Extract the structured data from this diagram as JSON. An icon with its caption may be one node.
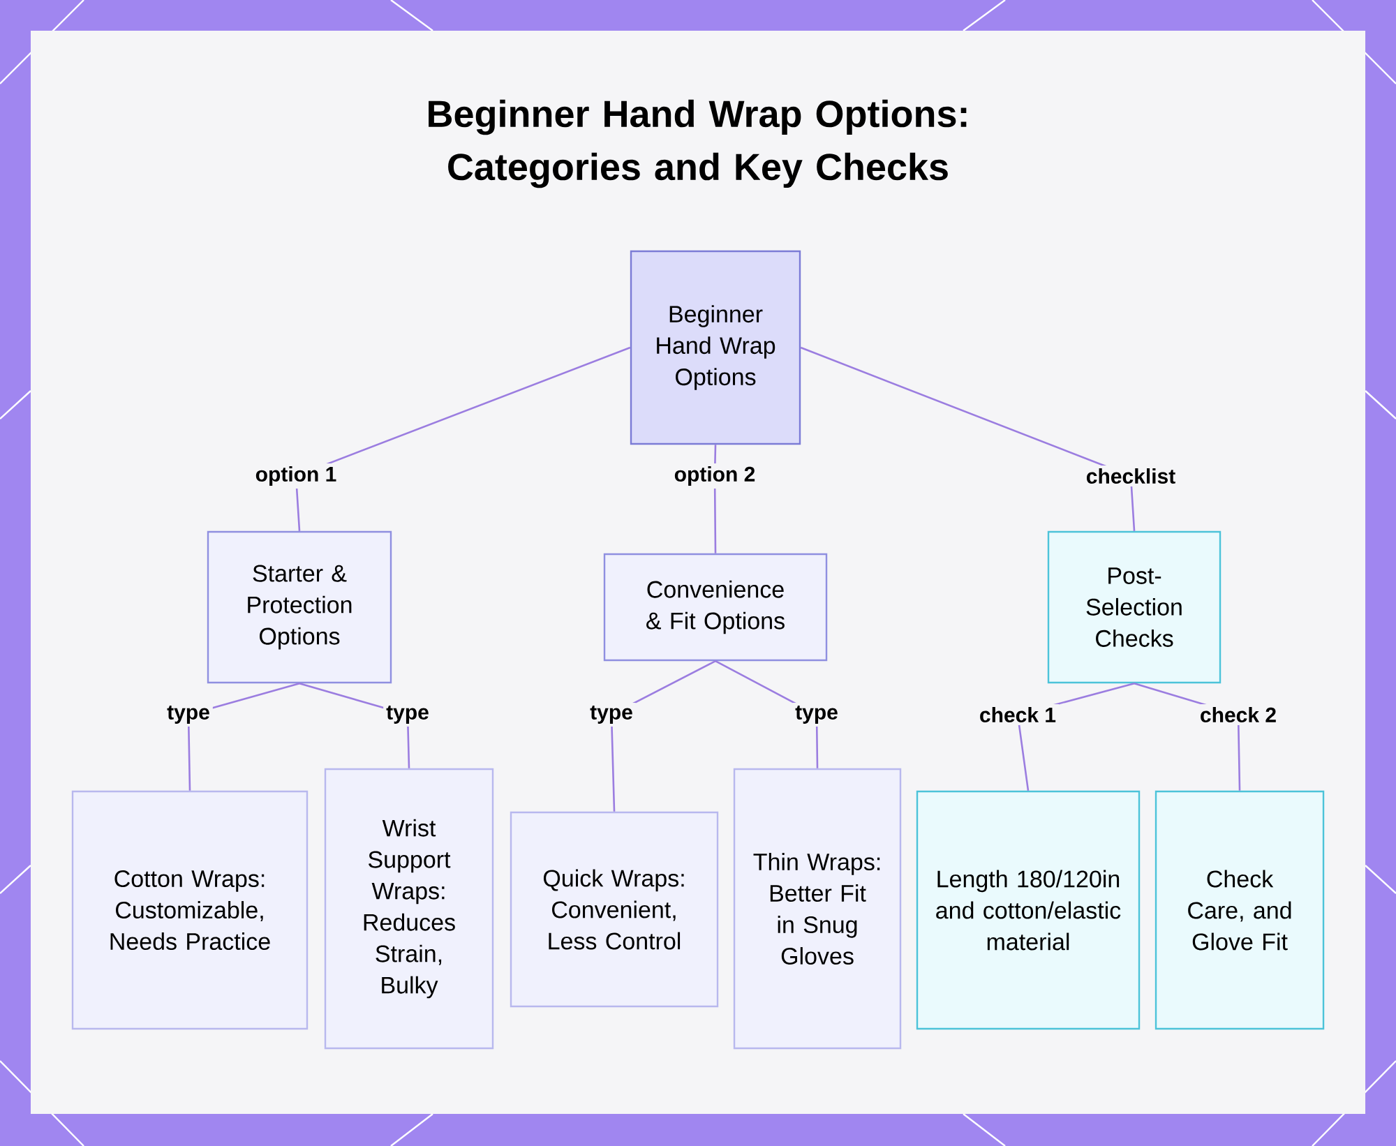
{
  "diagram": {
    "title": "Beginner Hand Wrap Options: Categories and Key Checks",
    "nodes": [
      {
        "text": [
          "Beginner Hand Wrap Options"
        ]
      },
      {
        "text": [
          "Starter & Protection Options"
        ]
      },
      {
        "text": [
          "Convenience & Fit Options"
        ]
      },
      {
        "text": [
          "Post-Selection Checks"
        ]
      },
      {
        "text": [
          "Cotton Wraps: Customizable, Needs Practice"
        ]
      },
      {
        "text": [
          "Wrist Support Wraps: Reduces Strain, Bulky"
        ]
      },
      {
        "text": [
          "Quick Wraps: Convenient, Less Control"
        ]
      },
      {
        "text": [
          "Thin Wraps: Better Fit in Snug Gloves"
        ]
      },
      {
        "text": [
          "Length 180/120in and cotton/elastic material"
        ]
      },
      {
        "text": [
          "Check Care, and Glove Fit"
        ]
      }
    ],
    "edges": [
      {
        "from": 0,
        "to": 1,
        "arrow": "none",
        "label": "option 1"
      },
      {
        "from": 0,
        "to": 2,
        "arrow": "none",
        "label": "option 2"
      },
      {
        "from": 0,
        "to": 3,
        "arrow": "none",
        "label": "checklist"
      },
      {
        "from": 1,
        "to": 4,
        "arrow": "none",
        "label": "type"
      },
      {
        "from": 1,
        "to": 5,
        "arrow": "none",
        "label": "type"
      },
      {
        "from": 2,
        "to": 6,
        "arrow": "none",
        "label": "type"
      },
      {
        "from": 2,
        "to": 7,
        "arrow": "none",
        "label": "type"
      },
      {
        "from": 3,
        "to": 8,
        "arrow": "none",
        "label": "check 1"
      },
      {
        "from": 3,
        "to": 9,
        "arrow": "none",
        "label": "check 2"
      }
    ]
  }
}
